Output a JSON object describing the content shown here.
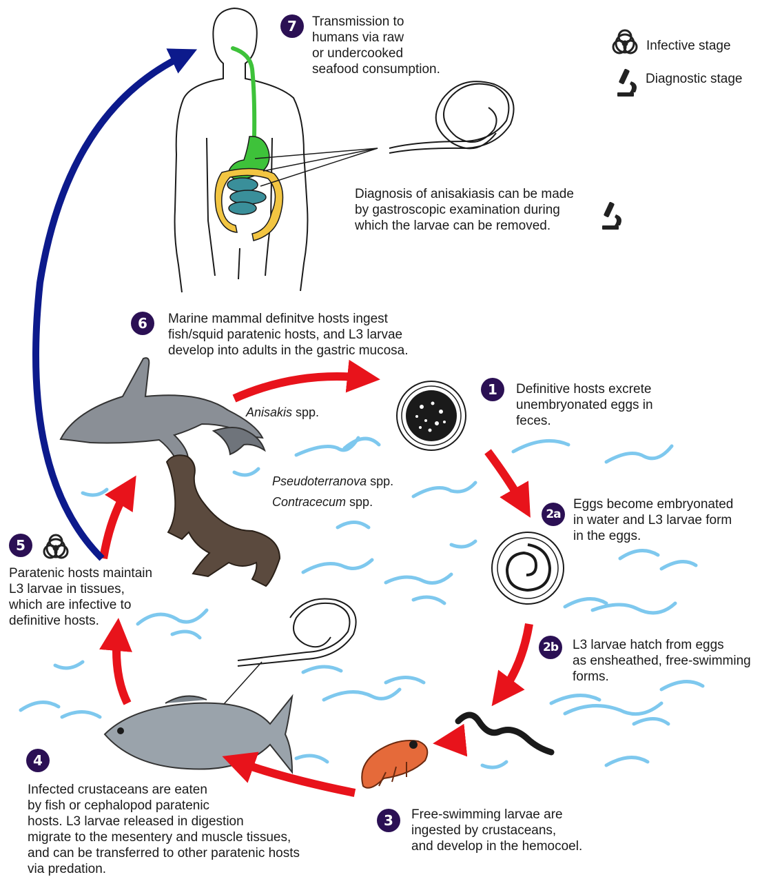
{
  "legend": {
    "infective": {
      "label": "Infective stage",
      "icon": "biohazard-icon"
    },
    "diagnostic": {
      "label": "Diagnostic stage",
      "icon": "microscope-icon"
    }
  },
  "colors": {
    "badge": "#2b1054",
    "red_arrow": "#e8131b",
    "blue_arrow": "#0c1a8c",
    "water": "#7ec8ee",
    "gut_green": "#3ec23a",
    "colon_yellow": "#f2c542",
    "small_intestine": "#3a8f9a"
  },
  "steps": [
    {
      "id": "1",
      "lines": [
        "Definitive hosts excrete",
        "unembryonated eggs in",
        "feces."
      ]
    },
    {
      "id": "2a",
      "lines": [
        "Eggs become embryonated",
        "in water and L3 larvae form",
        "in the eggs."
      ]
    },
    {
      "id": "2b",
      "lines": [
        "L3 larvae hatch from eggs",
        "as ensheathed, free-swimming",
        "forms."
      ]
    },
    {
      "id": "3",
      "lines": [
        "Free-swimming larvae are",
        "ingested by crustaceans,",
        "and develop in the hemocoel."
      ]
    },
    {
      "id": "4",
      "lines": [
        "Infected crustaceans are eaten",
        "by fish or cephalopod paratenic",
        "hosts. L3 larvae released in digestion",
        "migrate to the mesentery and muscle tissues,",
        "and can be transferred to other paratenic hosts",
        "via predation."
      ]
    },
    {
      "id": "5",
      "lines": [
        "Paratenic hosts maintain",
        "L3 larvae in tissues,",
        "which are infective to",
        "definitive hosts."
      ]
    },
    {
      "id": "6",
      "lines": [
        "Marine mammal definitve hosts ingest",
        "fish/squid paratenic hosts, and L3 larvae",
        "develop into adults in the gastric mucosa."
      ]
    },
    {
      "id": "7",
      "lines": [
        "Transmission to",
        "humans via raw",
        "or undercooked",
        "seafood consumption."
      ]
    }
  ],
  "diagnosis": {
    "lines": [
      "Diagnosis of anisakiasis can be made",
      "by gastroscopic examination during",
      "which the larvae can be removed."
    ]
  },
  "species": [
    {
      "genus": "Anisakis",
      "suffix": " spp."
    },
    {
      "genus": "Pseudoterranova",
      "suffix": " spp."
    },
    {
      "genus": "Contracecum",
      "suffix": " spp."
    }
  ]
}
